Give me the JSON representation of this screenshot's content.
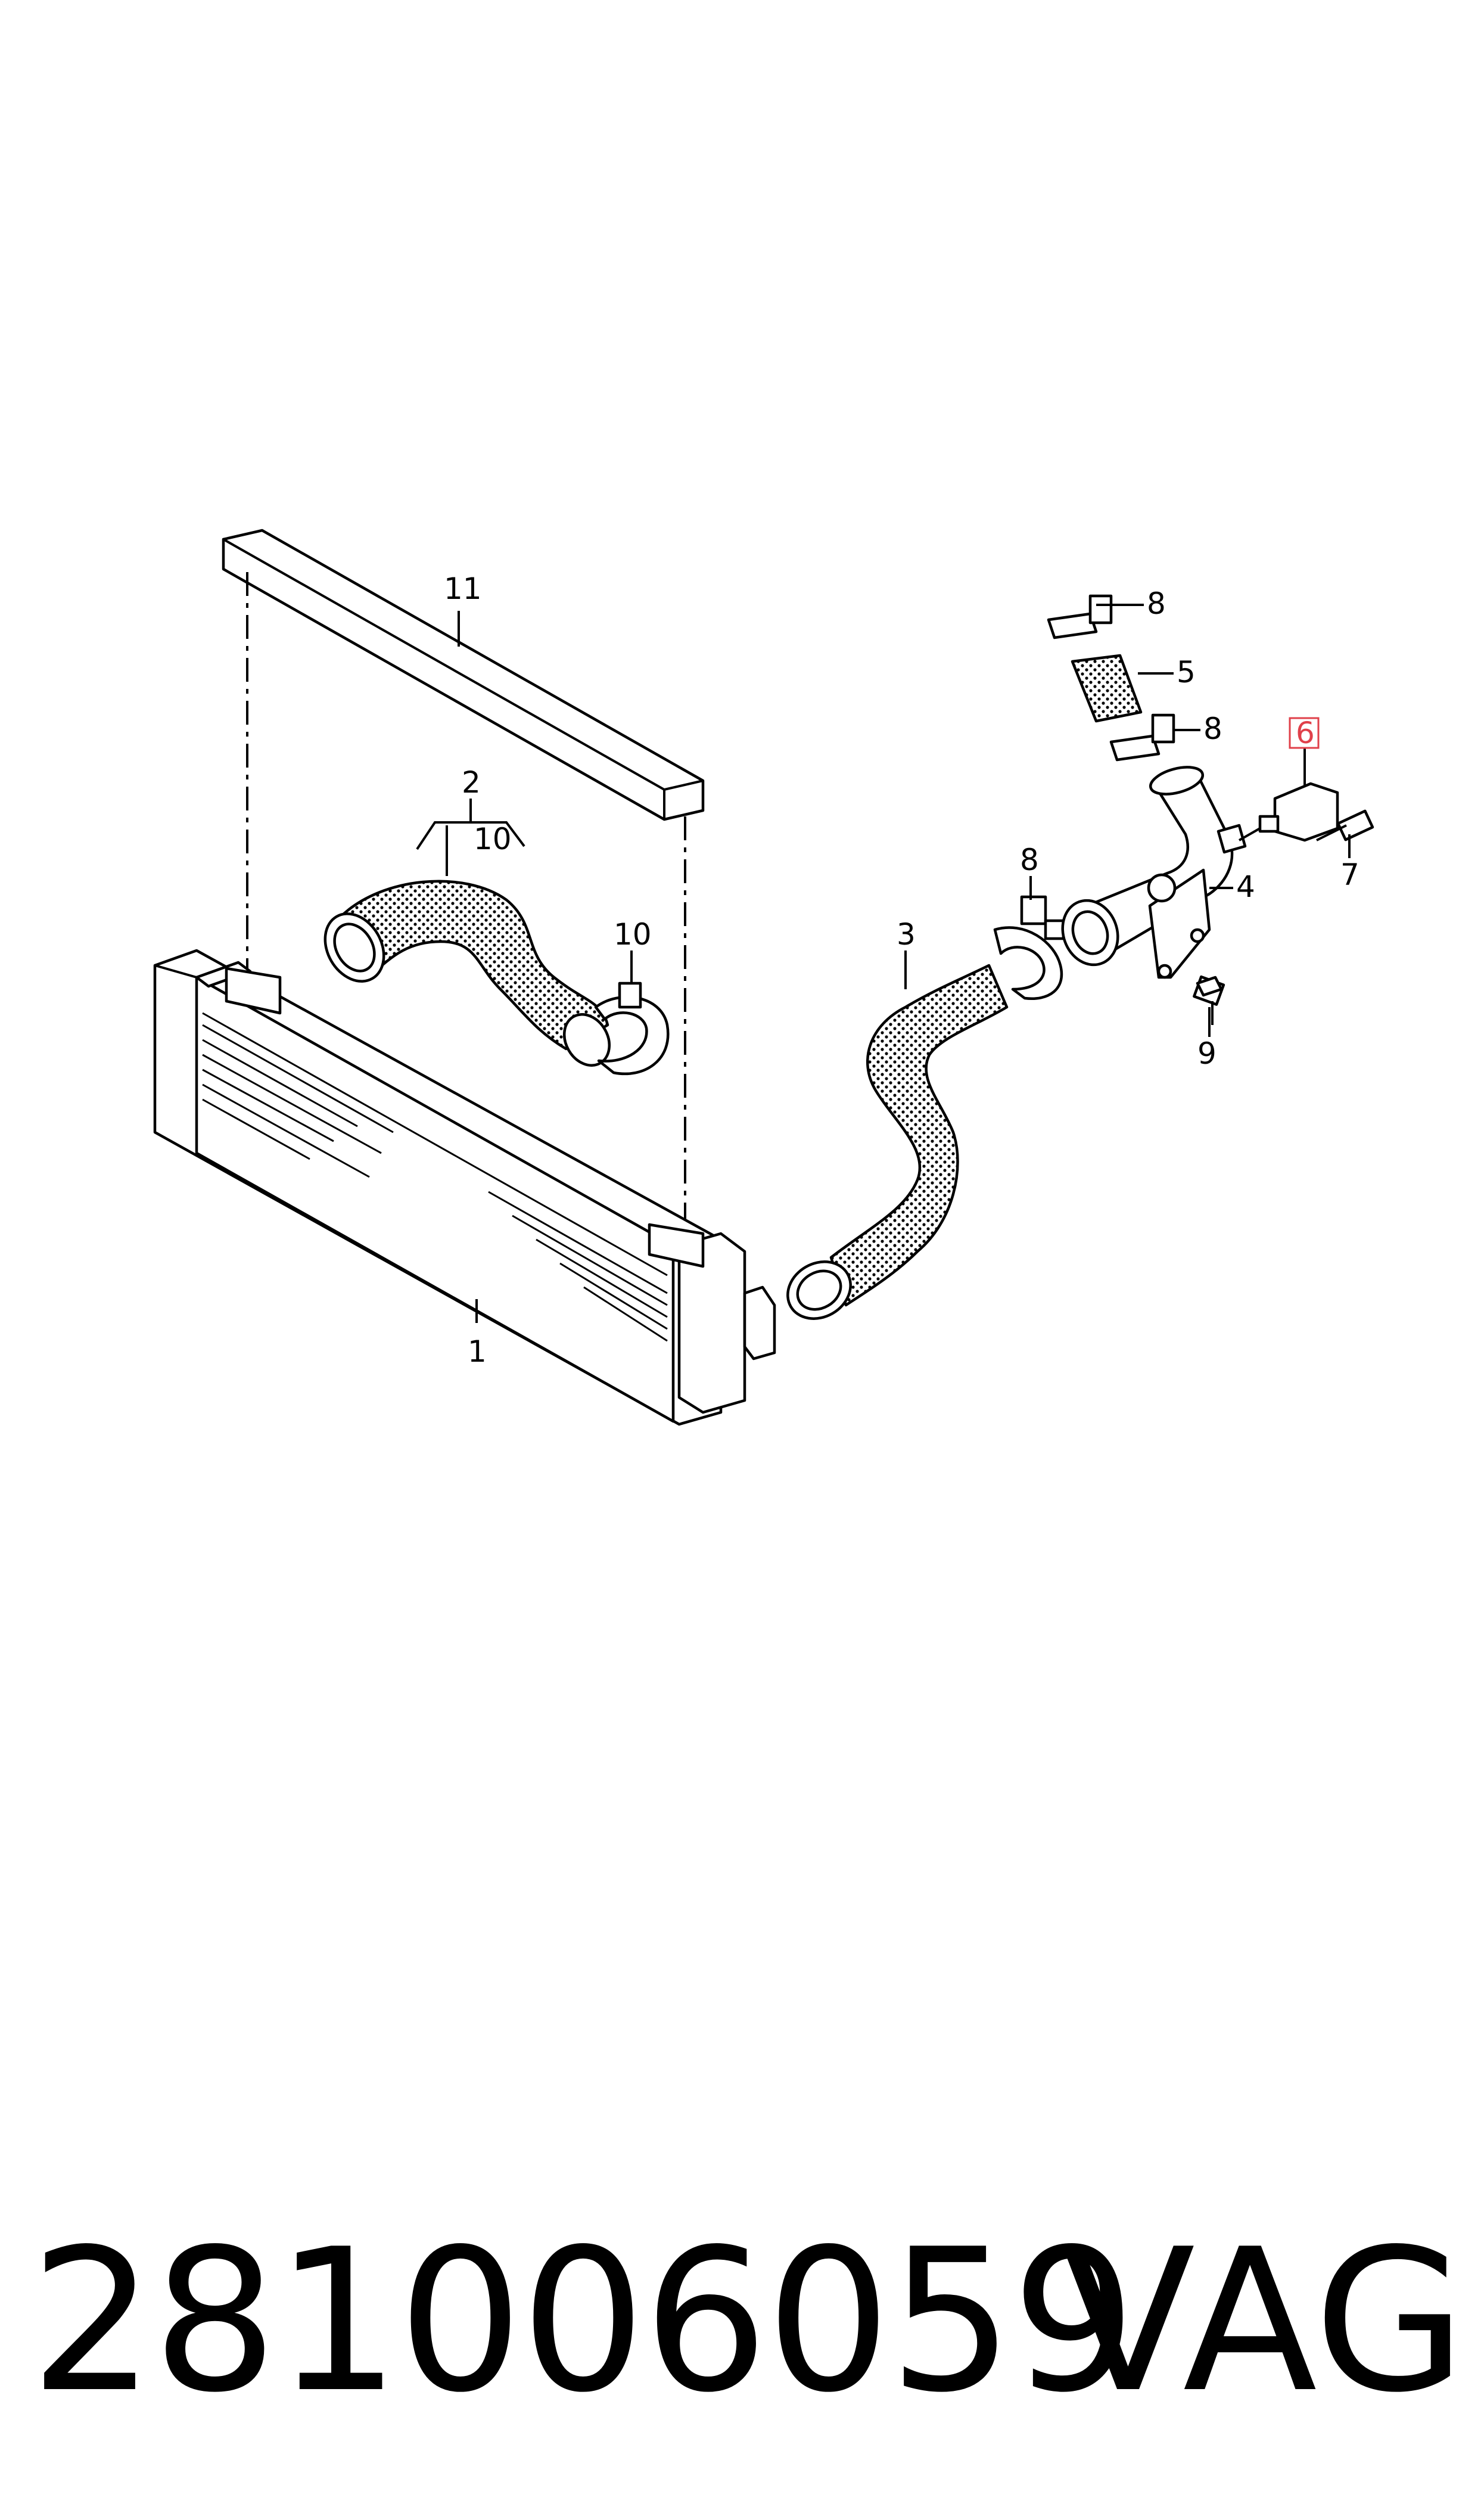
{
  "callouts": {
    "c1": "1",
    "c2": "2",
    "c3": "3",
    "c4": "4",
    "c5": "5",
    "c6": "6",
    "c7": "7",
    "c8a": "8",
    "c8b": "8",
    "c8c": "8",
    "c9": "9",
    "c10a": "10",
    "c10b": "10",
    "c11": "11"
  },
  "highlight_color": "#e0404a",
  "footer": {
    "part_number": "281006059",
    "brand": "VAG"
  }
}
